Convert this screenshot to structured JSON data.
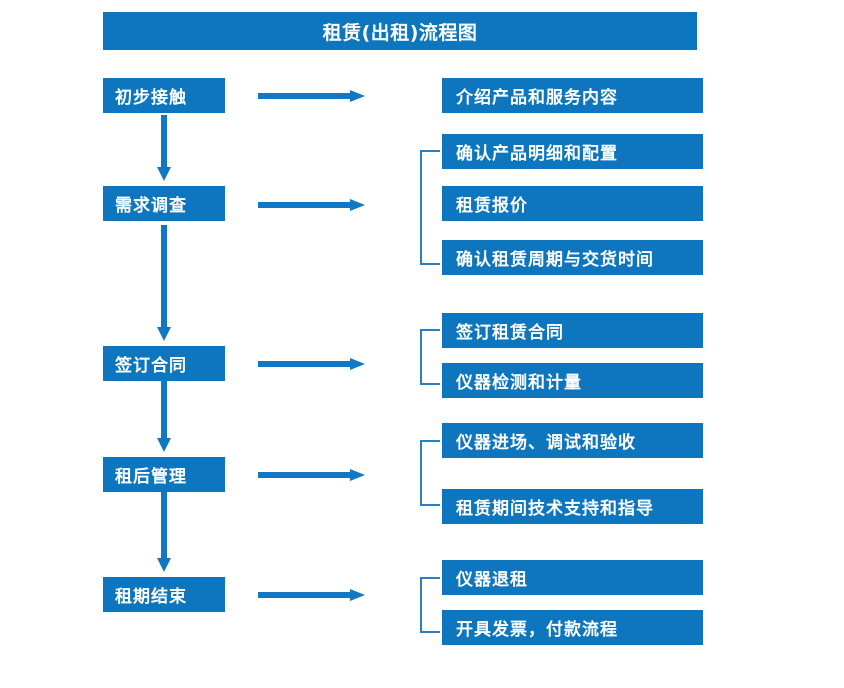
{
  "diagram": {
    "title": "租赁(出租)流程图",
    "colors": {
      "box_fill": "#0e76be",
      "box_text": "#ffffff",
      "arrow": "#1277c4",
      "bracket": "#2a7fc1",
      "background": "#ffffff"
    },
    "stages": [
      {
        "id": "stage-1",
        "label": "初步接触",
        "arrow_name": "arrow-to-stage-1-details",
        "has_bracket": false,
        "details": [
          {
            "label": "介绍产品和服务内容"
          }
        ]
      },
      {
        "id": "stage-2",
        "label": "需求调查",
        "arrow_name": "arrow-to-stage-2-details",
        "has_bracket": true,
        "details": [
          {
            "label": "确认产品明细和配置"
          },
          {
            "label": "租赁报价"
          },
          {
            "label": "确认租赁周期与交货时间"
          }
        ]
      },
      {
        "id": "stage-3",
        "label": "签订合同",
        "arrow_name": "arrow-to-stage-3-details",
        "has_bracket": true,
        "details": [
          {
            "label": "签订租赁合同"
          },
          {
            "label": "仪器检测和计量"
          }
        ]
      },
      {
        "id": "stage-4",
        "label": "租后管理",
        "arrow_name": "arrow-to-stage-4-details",
        "has_bracket": true,
        "details": [
          {
            "label": "仪器进场、调试和验收"
          },
          {
            "label": "租赁期间技术支持和指导"
          }
        ]
      },
      {
        "id": "stage-5",
        "label": "租期结束",
        "arrow_name": "arrow-to-stage-5-details",
        "has_bracket": true,
        "details": [
          {
            "label": "仪器退租"
          },
          {
            "label": "开具发票，付款流程"
          }
        ]
      }
    ],
    "flow_connectors": [
      {
        "from": "初步接触",
        "to": "需求调查"
      },
      {
        "from": "需求调查",
        "to": "签订合同"
      },
      {
        "from": "签订合同",
        "to": "租后管理"
      },
      {
        "from": "租后管理",
        "to": "租期结束"
      }
    ]
  }
}
